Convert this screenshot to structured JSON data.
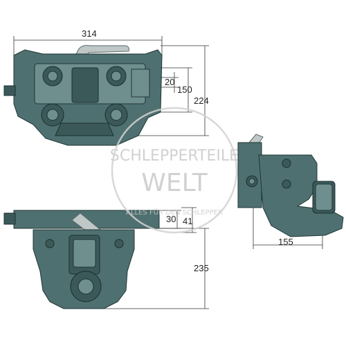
{
  "dimensions": {
    "width_top": "314",
    "d20": "20",
    "d150": "150",
    "d224": "224",
    "d30": "30",
    "d41": "41",
    "d235": "235",
    "d155": "155"
  },
  "watermark": {
    "line1": "SCHLEPPERTEILE",
    "line2": "WELT",
    "line3": "ALLES FÜR DEN SCHLEPPER"
  },
  "colors": {
    "body": "#4f7070",
    "body_dark": "#3c5959",
    "handle": "#bfc7c7"
  }
}
